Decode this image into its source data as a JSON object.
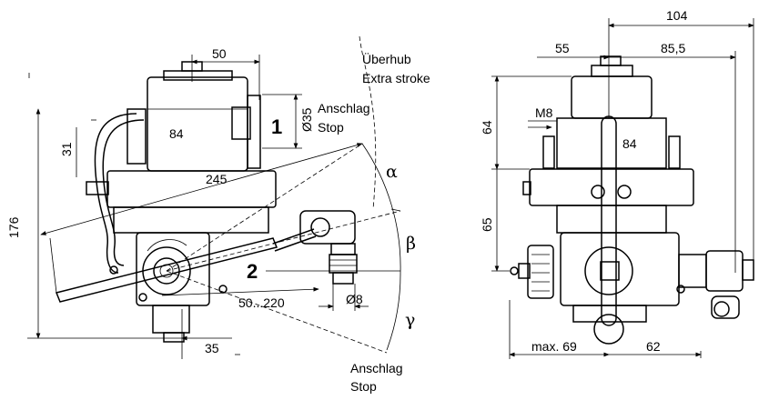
{
  "left_view": {
    "dimensions": {
      "width_top": "50",
      "dia_35": "Ø35",
      "height_84": "84",
      "dim_31": "31",
      "lever_245": "245",
      "height_176": "176",
      "lever_range": "50...220",
      "dia_8": "Ø8",
      "offset_35": "35"
    },
    "callouts": {
      "port_1": "1",
      "port_2": "2"
    },
    "angles": {
      "alpha": "α",
      "beta": "β",
      "gamma": "γ"
    },
    "labels": {
      "overstroke_de": "Überhub",
      "overstroke_en": "Extra stroke",
      "stop_top_de": "Anschlag",
      "stop_top_en": "Stop",
      "stop_bottom_de": "Anschlag",
      "stop_bottom_en": "Stop"
    }
  },
  "right_view": {
    "dimensions": {
      "width_104": "104",
      "dim_55": "55",
      "dim_85_5": "85,5",
      "height_64": "64",
      "thread_m8": "M8",
      "dim_84": "84",
      "height_65": "65",
      "max_69": "max. 69",
      "dim_62": "62"
    }
  }
}
